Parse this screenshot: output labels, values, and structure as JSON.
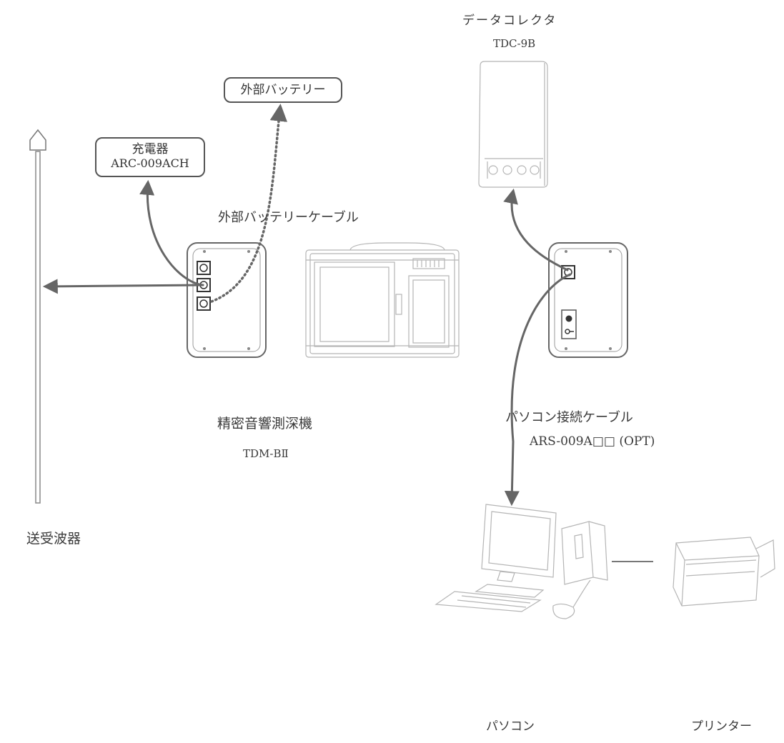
{
  "labels": {
    "data_collector": "データコレクタ",
    "data_collector_model": "TDC-9B",
    "external_battery": "外部バッテリー",
    "charger": "充電器",
    "charger_model": "ARC-009ACH",
    "external_battery_cable": "外部バッテリーケーブル",
    "echo_sounder": "精密音響測深機",
    "echo_sounder_model": "TDM-BⅡ",
    "pc_cable": "パソコン接続ケーブル",
    "pc_cable_model": "ARS-009A□□ (OPT)",
    "transducer": "送受波器",
    "pc": "パソコン",
    "printer": "プリンター"
  },
  "colors": {
    "arrow": "#666666",
    "outline": "#555555",
    "faint": "#b5b5b5"
  }
}
